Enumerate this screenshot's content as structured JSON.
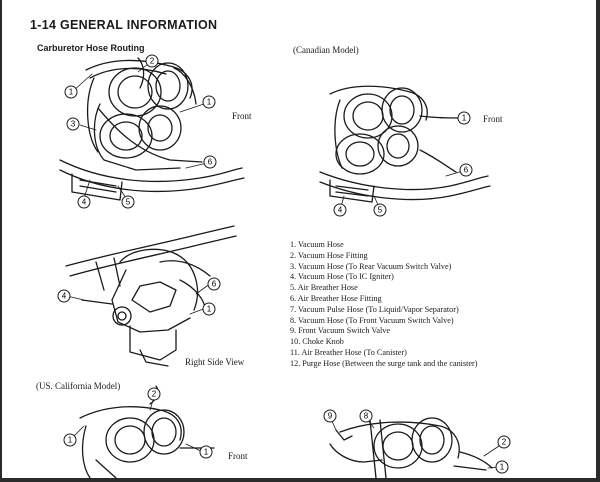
{
  "page": {
    "header": "1-14 GENERAL INFORMATION",
    "section_title": "Carburetor Hose Routing"
  },
  "figures": {
    "canadian_label": "(Canadian Model)",
    "us_california_label": "(US. California Model)",
    "right_side_view_label": "Right Side View",
    "front_labels": [
      "Front",
      "Front",
      "Front"
    ]
  },
  "callouts": [
    "1",
    "2",
    "3",
    "4",
    "5",
    "6",
    "8",
    "9"
  ],
  "legend": [
    "1. Vacuum Hose",
    "2. Vacuum Hose Fitting",
    "3. Vacuum Hose (To Rear Vacuum Switch Valve)",
    "4. Vacuum Hose (To IC Igniter)",
    "5. Air Breather Hose",
    "6. Air Breather Hose Fitting",
    "7. Vacuum Pulse Hose (To Liquid/Vapor Separator)",
    "8. Vacuum Hose (To Front Vacuum Switch Valve)",
    "9. Front Vacuum Switch Valve",
    "10. Choke Knob",
    "11. Air Breather Hose (To Canister)",
    "12. Purge Hose (Between the surge tank and the canister)"
  ]
}
